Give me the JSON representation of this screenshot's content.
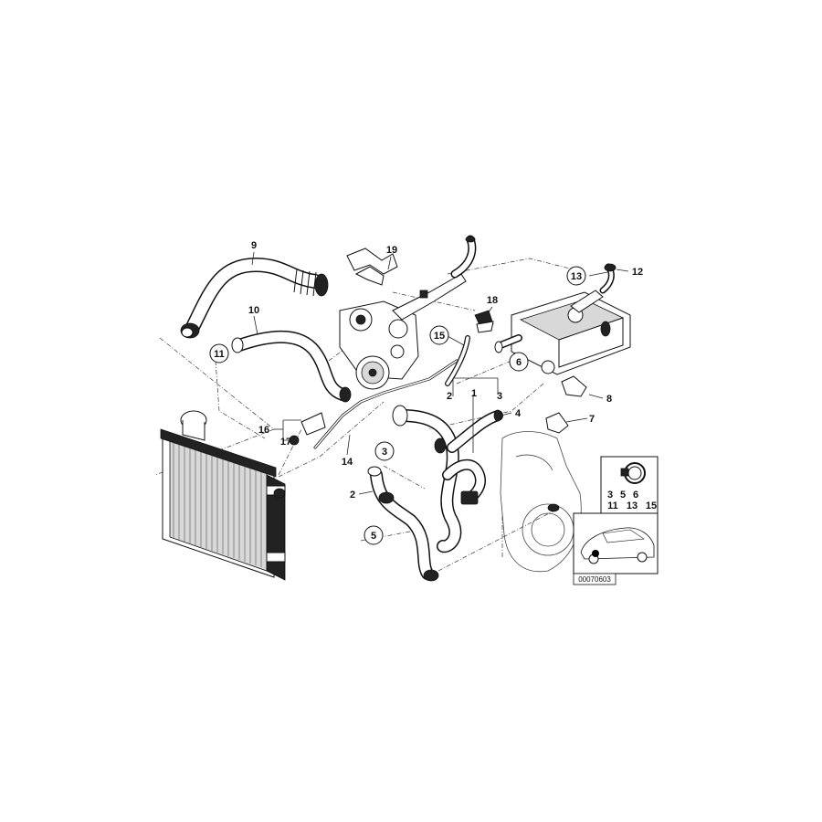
{
  "callouts": {
    "c1": "1",
    "c2a": "2",
    "c2b": "2",
    "c3a": "3",
    "c3b": "3",
    "c4": "4",
    "c5": "5",
    "c6": "6",
    "c7": "7",
    "c8": "8",
    "c9": "9",
    "c10": "10",
    "c11": "11",
    "c12": "12",
    "c13": "13",
    "c14": "14",
    "c15": "15",
    "c16": "16",
    "c17": "17",
    "c18": "18",
    "c19": "19"
  },
  "inset": {
    "clamp_row1": [
      "3",
      "5",
      "6"
    ],
    "clamp_row2": [
      "11",
      "13",
      "15"
    ]
  },
  "reference_number": "00070603"
}
